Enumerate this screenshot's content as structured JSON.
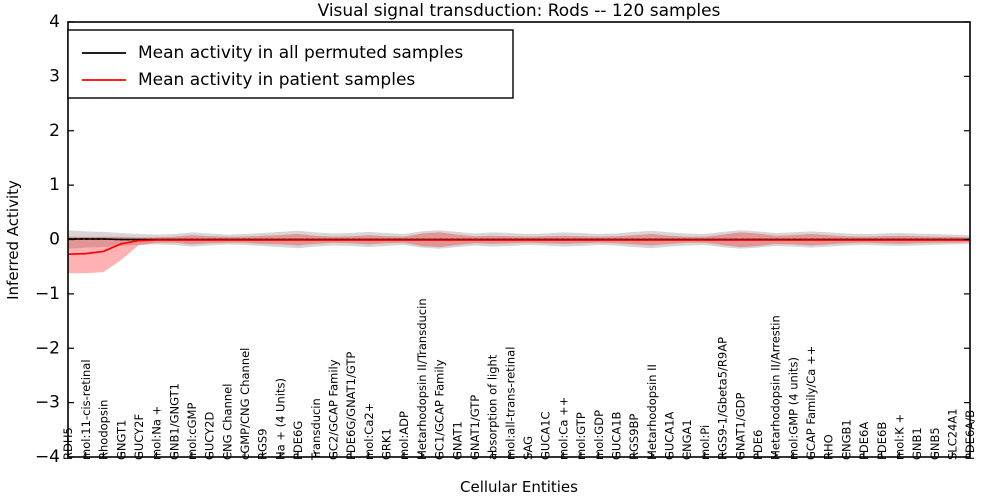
{
  "figure": {
    "title": "Visual signal transduction: Rods -- 120 samples",
    "xlabel": "Cellular Entities",
    "ylabel": "Inferred Activity"
  },
  "legend": {
    "entries": [
      {
        "label": "Mean activity in all permuted samples",
        "color": "#000000",
        "name": "legend-permuted"
      },
      {
        "label": "Mean activity in patient samples",
        "color": "#ff0000",
        "name": "legend-patient"
      }
    ]
  },
  "colors": {
    "permuted_line": "#000000",
    "patient_line": "#ff0000",
    "permuted_band": "#000000",
    "patient_band": "#ff0000",
    "axis": "#000000",
    "background": "#ffffff"
  },
  "chart_data": {
    "type": "line",
    "title": "Visual signal transduction: Rods -- 120 samples",
    "xlabel": "Cellular Entities",
    "ylabel": "Inferred Activity",
    "ylim": [
      -4,
      4
    ],
    "yticks": [
      4,
      3,
      2,
      1,
      0,
      -1,
      -2,
      -3,
      -4
    ],
    "ytick_labels": [
      "4",
      "3",
      "2",
      "1",
      "0",
      "−1",
      "−2",
      "−3",
      "−4"
    ],
    "grid": false,
    "legend_position": "upper left",
    "categories": [
      "RDH5",
      "mol:11-cis-retinal",
      "Rhodopsin",
      "GNGT1",
      "GUCY2F",
      "mol:Na +",
      "GNB1/GNGT1",
      "mol:cGMP",
      "GUCY2D",
      "CNG Channel",
      "cGMP/CNG Channel",
      "RGS9",
      "Na + (4 Units)",
      "PDE6G",
      "Transducin",
      "GC2/GCAP Family",
      "PDE6G/GNAT1/GTP",
      "mol:Ca2+",
      "GRK1",
      "mol:ADP",
      "Metarhodopsin II/Transducin",
      "GC1/GCAP Family",
      "GNAT1",
      "GNAT1/GTP",
      "absorption of light",
      "mol:all-trans-retinal",
      "SAG",
      "GUCA1C",
      "mol:Ca ++",
      "mol:GTP",
      "mol:GDP",
      "GUCA1B",
      "RGS9BP",
      "Metarhodopsin II",
      "GUCA1A",
      "CNGA1",
      "mol:Pi",
      "RGS9-1/Gbeta5/R9AP",
      "GNAT1/GDP",
      "PDE6",
      "Metarhodopsin II/Arrestin",
      "mol:GMP (4 units)",
      "GCAP Family/Ca ++",
      "RHO",
      "CNGB1",
      "PDE6A",
      "PDE6B",
      "mol:K +",
      "GNB1",
      "GNB5",
      "SLC24A1",
      "PDE6A/B"
    ],
    "series": [
      {
        "name": "Mean activity in all permuted samples",
        "color": "#000000",
        "style": "dashed",
        "values": [
          0.01,
          0.01,
          0.01,
          0.0,
          0.0,
          0.0,
          0.0,
          0.0,
          0.0,
          0.0,
          0.0,
          0.0,
          0.0,
          0.0,
          0.0,
          0.0,
          0.0,
          0.0,
          0.0,
          0.0,
          0.0,
          0.0,
          0.0,
          0.0,
          0.0,
          0.0,
          0.0,
          0.0,
          0.0,
          0.0,
          0.0,
          0.0,
          0.0,
          0.0,
          0.0,
          0.0,
          0.0,
          0.0,
          0.0,
          0.0,
          0.0,
          0.0,
          0.0,
          0.0,
          0.0,
          0.0,
          0.0,
          0.0,
          0.0,
          0.0,
          0.0,
          0.0
        ],
        "band_upper": [
          0.17,
          0.15,
          0.14,
          0.12,
          0.1,
          0.09,
          0.1,
          0.13,
          0.11,
          0.09,
          0.1,
          0.12,
          0.14,
          0.16,
          0.13,
          0.11,
          0.12,
          0.14,
          0.12,
          0.1,
          0.15,
          0.17,
          0.14,
          0.11,
          0.13,
          0.12,
          0.1,
          0.11,
          0.13,
          0.12,
          0.1,
          0.11,
          0.14,
          0.16,
          0.13,
          0.11,
          0.1,
          0.14,
          0.17,
          0.15,
          0.12,
          0.13,
          0.15,
          0.13,
          0.11,
          0.1,
          0.11,
          0.12,
          0.11,
          0.1,
          0.09,
          0.08
        ],
        "band_lower": [
          -0.17,
          -0.15,
          -0.14,
          -0.12,
          -0.1,
          -0.09,
          -0.1,
          -0.13,
          -0.11,
          -0.09,
          -0.1,
          -0.12,
          -0.14,
          -0.16,
          -0.13,
          -0.11,
          -0.12,
          -0.14,
          -0.12,
          -0.1,
          -0.15,
          -0.17,
          -0.14,
          -0.11,
          -0.13,
          -0.12,
          -0.1,
          -0.11,
          -0.13,
          -0.12,
          -0.1,
          -0.11,
          -0.14,
          -0.16,
          -0.13,
          -0.11,
          -0.1,
          -0.14,
          -0.17,
          -0.15,
          -0.12,
          -0.13,
          -0.15,
          -0.13,
          -0.11,
          -0.1,
          -0.11,
          -0.12,
          -0.11,
          -0.1,
          -0.09,
          -0.08
        ]
      },
      {
        "name": "Mean activity in patient samples",
        "color": "#ff0000",
        "style": "solid",
        "values": [
          -0.27,
          -0.26,
          -0.22,
          -0.08,
          -0.02,
          -0.01,
          -0.01,
          -0.01,
          -0.01,
          -0.01,
          -0.01,
          -0.01,
          -0.01,
          -0.01,
          -0.01,
          -0.01,
          -0.01,
          -0.01,
          -0.01,
          -0.01,
          -0.01,
          -0.01,
          -0.01,
          -0.01,
          -0.01,
          -0.01,
          -0.01,
          -0.01,
          -0.01,
          -0.01,
          -0.01,
          -0.01,
          -0.01,
          -0.01,
          -0.01,
          -0.01,
          -0.01,
          -0.01,
          -0.01,
          -0.01,
          -0.01,
          -0.01,
          -0.01,
          -0.01,
          -0.01,
          -0.01,
          -0.01,
          -0.01,
          -0.01,
          -0.01,
          -0.01,
          -0.01
        ],
        "band_upper": [
          0.05,
          0.05,
          0.05,
          0.05,
          0.04,
          0.04,
          0.05,
          0.08,
          0.06,
          0.05,
          0.05,
          0.07,
          0.08,
          0.1,
          0.07,
          0.05,
          0.06,
          0.08,
          0.06,
          0.05,
          0.11,
          0.13,
          0.09,
          0.06,
          0.07,
          0.06,
          0.05,
          0.06,
          0.07,
          0.06,
          0.05,
          0.06,
          0.08,
          0.1,
          0.07,
          0.05,
          0.05,
          0.09,
          0.13,
          0.11,
          0.07,
          0.08,
          0.1,
          0.08,
          0.06,
          0.05,
          0.06,
          0.07,
          0.06,
          0.05,
          0.05,
          0.04
        ],
        "band_lower": [
          -0.62,
          -0.62,
          -0.6,
          -0.38,
          -0.1,
          -0.06,
          -0.06,
          -0.09,
          -0.07,
          -0.06,
          -0.06,
          -0.08,
          -0.09,
          -0.11,
          -0.08,
          -0.06,
          -0.07,
          -0.09,
          -0.07,
          -0.06,
          -0.12,
          -0.14,
          -0.1,
          -0.07,
          -0.08,
          -0.07,
          -0.06,
          -0.07,
          -0.08,
          -0.07,
          -0.06,
          -0.07,
          -0.09,
          -0.11,
          -0.08,
          -0.06,
          -0.06,
          -0.1,
          -0.14,
          -0.12,
          -0.08,
          -0.09,
          -0.11,
          -0.09,
          -0.07,
          -0.06,
          -0.07,
          -0.08,
          -0.07,
          -0.06,
          -0.06,
          -0.05
        ]
      }
    ]
  }
}
